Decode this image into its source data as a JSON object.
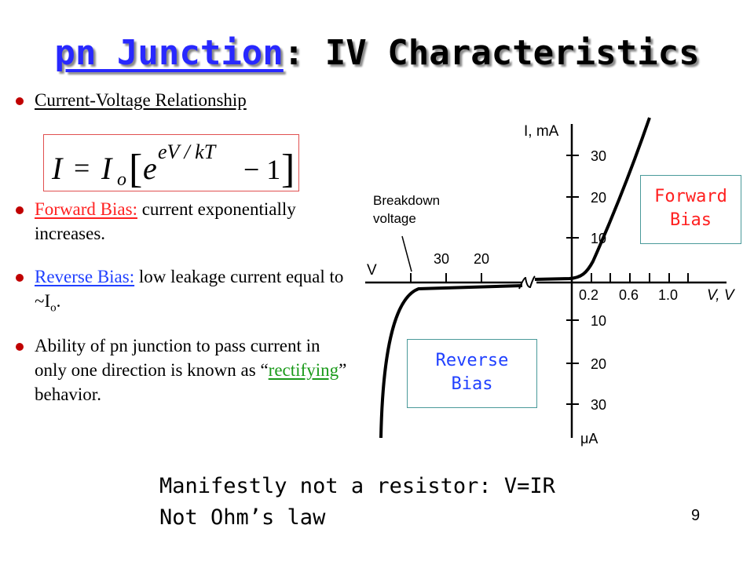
{
  "title": {
    "part1": "pn Junction",
    "part2": ": IV Characteristics"
  },
  "bullets": {
    "b1": "Current-Voltage Relationship",
    "b2_label": "Forward Bias:",
    "b2_text": "  current exponentially increases.",
    "b3_label": "Reverse Bias:",
    "b3_text": " low leakage current equal to ~I",
    "b3_sub": "o",
    "b3_end": ".",
    "b4_text": "Ability of pn junction to pass current in only one direction is known as “",
    "b4_highlight": "rectifying",
    "b4_end": "” behavior."
  },
  "equation": {
    "lhs": "I",
    "eq": "=",
    "I0": "I",
    "I0_sub": "o",
    "open": "[",
    "base": "e",
    "exponent": "eV / kT",
    "minus_one": "− 1",
    "close": "]"
  },
  "graph": {
    "y_axis_label": "I, mA",
    "x_axis_label": "V, V",
    "v_label": "V",
    "ua_label": "μA",
    "breakdown_label_1": "Breakdown",
    "breakdown_label_2": "voltage",
    "y_pos_ticks": [
      "30",
      "20",
      "10"
    ],
    "y_neg_ticks": [
      "10",
      "20",
      "30"
    ],
    "x_pos_ticks": [
      "0.2",
      "0.6",
      "1.0"
    ],
    "x_neg_ticks": [
      "30",
      "20"
    ]
  },
  "labels": {
    "forward_1": "Forward",
    "forward_2": "Bias",
    "reverse_1": "Reverse",
    "reverse_2": "Bias"
  },
  "note": {
    "line1": "Manifestly not a resistor: V=IR",
    "line2": "Not Ohm’s law"
  },
  "slide_number": "9",
  "colors": {
    "title_blue": "#2828ff",
    "forward_red": "#ff2020",
    "reverse_blue": "#2040ff",
    "rectifying_green": "#1a9a1a",
    "bullet_dot": "#c00000"
  }
}
